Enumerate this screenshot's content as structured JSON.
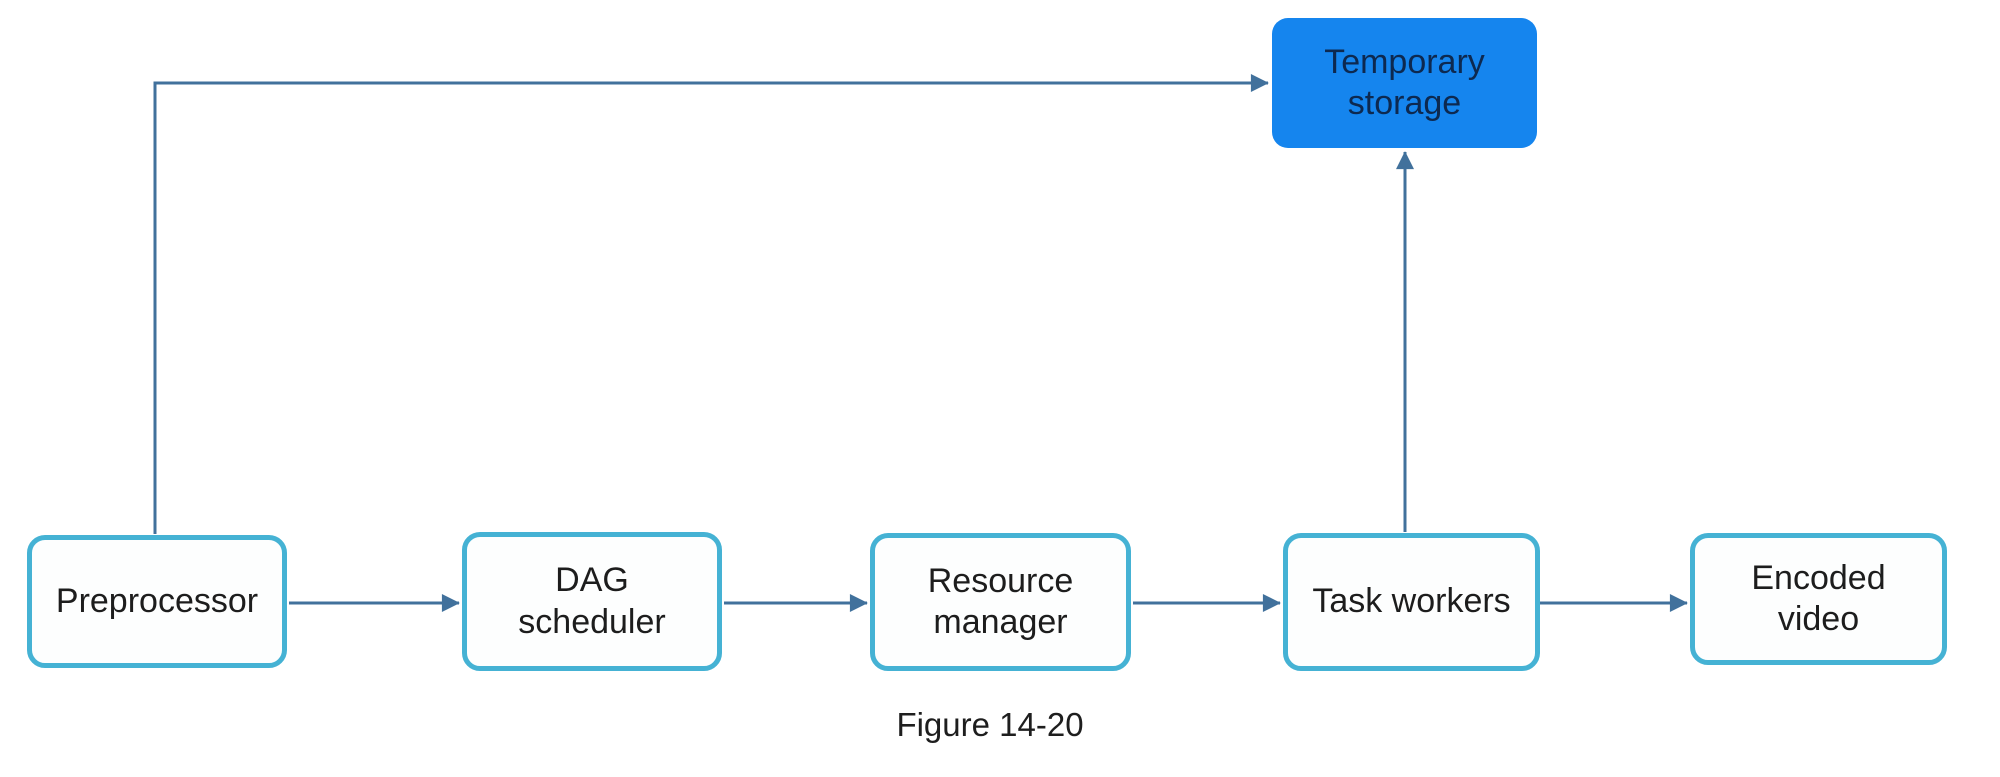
{
  "diagram": {
    "caption": "Figure 14-20",
    "colors": {
      "connector_color": "#41719c",
      "node_border_color": "#45b2d4",
      "node_fill_color": "#fdfefe",
      "node_text_color": "#1d1d1d",
      "highlight_fill_color": "#1585ee",
      "highlight_text_color": "#0d2950",
      "background_color": "#ffffff",
      "caption_text_color": "#1e1e1e"
    },
    "nodes": [
      {
        "id": "preprocessor",
        "label": "Preprocessor",
        "style": "outlined"
      },
      {
        "id": "dag-scheduler",
        "label": "DAG\nscheduler",
        "style": "outlined"
      },
      {
        "id": "resource-manager",
        "label": "Resource\nmanager",
        "style": "outlined"
      },
      {
        "id": "task-workers",
        "label": "Task workers",
        "style": "outlined"
      },
      {
        "id": "encoded-video",
        "label": "Encoded\nvideo",
        "style": "outlined"
      },
      {
        "id": "temporary-storage",
        "label": "Temporary\nstorage",
        "style": "filled-highlight"
      }
    ],
    "edges": [
      {
        "from": "preprocessor",
        "to": "dag-scheduler",
        "shape": "straight"
      },
      {
        "from": "dag-scheduler",
        "to": "resource-manager",
        "shape": "straight"
      },
      {
        "from": "resource-manager",
        "to": "task-workers",
        "shape": "straight"
      },
      {
        "from": "task-workers",
        "to": "encoded-video",
        "shape": "straight"
      },
      {
        "from": "preprocessor",
        "to": "temporary-storage",
        "shape": "elbow"
      },
      {
        "from": "task-workers",
        "to": "temporary-storage",
        "shape": "straight-up"
      }
    ]
  }
}
